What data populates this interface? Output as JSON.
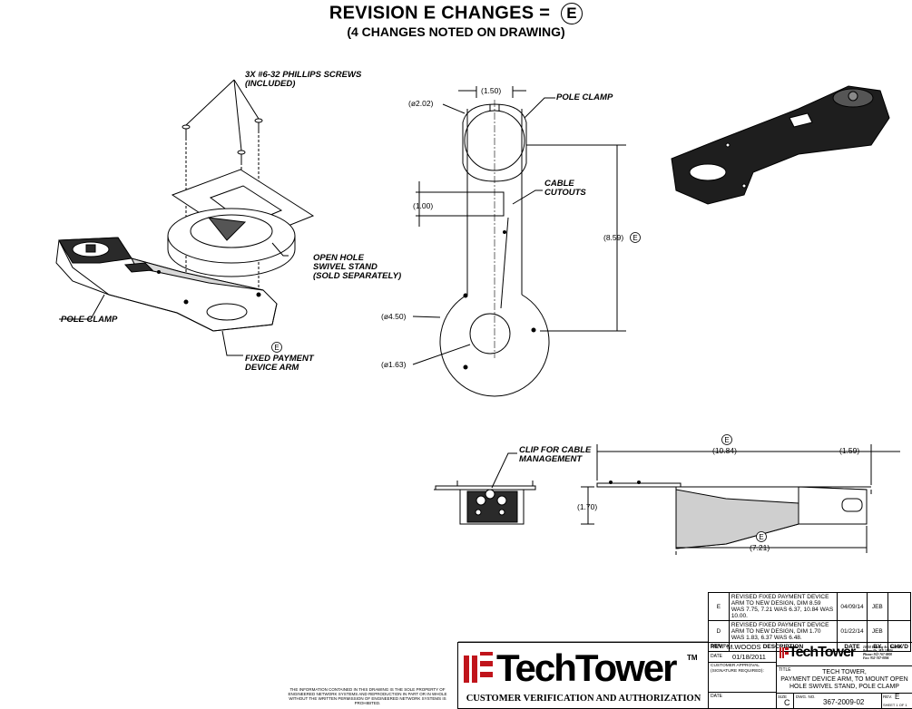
{
  "header": {
    "title": "REVISION E CHANGES =",
    "rev_circle": "E",
    "subtitle": "(4 CHANGES NOTED ON DRAWING)"
  },
  "callouts": {
    "screws": [
      "3X #6-32 PHILLIPS SCREWS",
      "(INCLUDED)"
    ],
    "open_hole": [
      "OPEN HOLE",
      "SWIVEL STAND",
      "(SOLD SEPARATELY)"
    ],
    "pole_clamp_left": "POLE CLAMP",
    "fixed_arm": [
      "FIXED PAYMENT",
      "DEVICE ARM"
    ],
    "pole_clamp_top": "POLE CLAMP",
    "cable_cutouts": [
      "CABLE",
      "CUTOUTS"
    ],
    "clip": [
      "CLIP FOR CABLE",
      "MANAGEMENT"
    ]
  },
  "dimensions": {
    "d202": "(ø2.02)",
    "w150": "(1.50)",
    "h100": "(1.00)",
    "l859": "(8.59)",
    "d450": "(ø4.50)",
    "d163": "(ø1.63)",
    "l1084": "(10.84)",
    "l159": "(1.59)",
    "h170": "(1.70)",
    "l721": "(7.21)",
    "rev_mark": "E"
  },
  "revisions": {
    "rows": [
      {
        "rev": "E",
        "description": "REVISED FIXED PAYMENT DEVICE ARM TO NEW DESIGN, DIM 8.59 WAS 7.75, 7.21 WAS 6.37, 10.84 WAS 10.00.",
        "date": "04/09/14",
        "by": "JEB",
        "chkd": ""
      },
      {
        "rev": "D",
        "description": "REVISED FIXED PAYMENT DEVICE ARM TO NEW DESIGN, DIM 1.70 WAS 1.83, 6.37 WAS 6.48.",
        "date": "01/22/14",
        "by": "JEB",
        "chkd": ""
      }
    ],
    "headers": {
      "rev": "REV.",
      "description": "DESCRIPTION",
      "date": "DATE",
      "by": "BY",
      "chkd": "CHK'D"
    }
  },
  "title_block": {
    "drawn_label": "DRAWN",
    "drawn_value": "M.WOODS",
    "date_label": "DATE",
    "date_value": "01/18/2011",
    "approval_label": "CUSTOMER APPROVAL (SIGNATURE REQUIRED):",
    "date2_label": "DATE",
    "title_label": "TITLE",
    "title_lines": [
      "TECH TOWER,",
      "PAYMENT DEVICE ARM, TO MOUNT OPEN",
      "HOLE SWIVEL STAND, POLE CLAMP"
    ],
    "size_label": "SIZE",
    "size_value": "C",
    "dwg_label": "DWG. NO.",
    "dwg_value": "367-2009-02",
    "rev_label": "REV.",
    "rev_value": "E",
    "sheet": "SHEET 1 OF 1",
    "brand": "TechTower",
    "brand_small": "TechTower",
    "tm": "TM",
    "address_lines": [
      "10450 Evening Ave, Suite 101",
      "Burnsville, MN 55306",
      "Phone: 952-767-8800",
      "Fax: 952-767-0806"
    ],
    "verification": "CUSTOMER VERIFICATION AND AUTHORIZATION",
    "disclaimer": "THE INFORMATION CONTAINED IN THIS DRAWING IS THE SOLE PROPERTY OF ENGINEERED NETWORK SYSTEMS AND REPRODUCTION IN PART OR IN WHOLE WITHOUT THE WRITTEN PERMISSION OF ENGINEERED NETWORK SYSTEMS IS PROHIBITED."
  }
}
